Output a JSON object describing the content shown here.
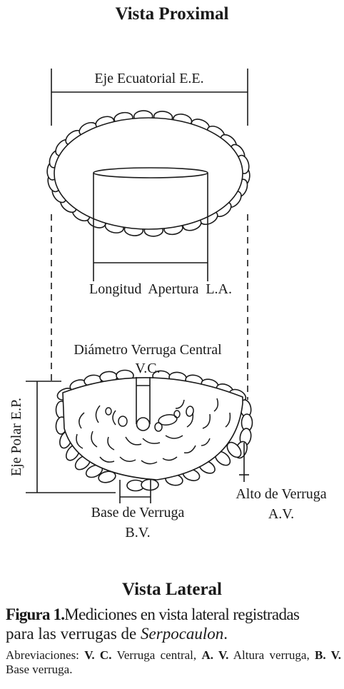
{
  "titles": {
    "top": "Vista Proximal",
    "bottom": "Vista Lateral"
  },
  "labels": {
    "equatorial_axis": "Eje Ecuatorial E.E.",
    "opening_length": "Longitud  Apertura  L.A.",
    "central_wart_diameter": "Diámetro Verruga Central",
    "central_wart_abbrev": "V.C.",
    "polar_axis": "Eje Polar E.P.",
    "wart_height": "Alto de Verruga",
    "wart_height_abbrev": "A.V.",
    "wart_base": "Base de Verruga",
    "wart_base_abbrev": "B.V."
  },
  "caption": {
    "figure_label": "Figura 1.",
    "line1_text": "Mediciones en vista lateral registradas",
    "line2_prefix": "para las verrugas de ",
    "line2_genus": "Serpocaulon",
    "line2_suffix": ".",
    "abbrev_intro": "Abreviaciones: ",
    "abbr1": "V. C.",
    "abbr1_def": " Verruga central, ",
    "abbr2": "A. V.",
    "abbr2_def": " Altura verruga, ",
    "abbr3": "B. V.",
    "abbr3_def": " Base verruga."
  }
}
